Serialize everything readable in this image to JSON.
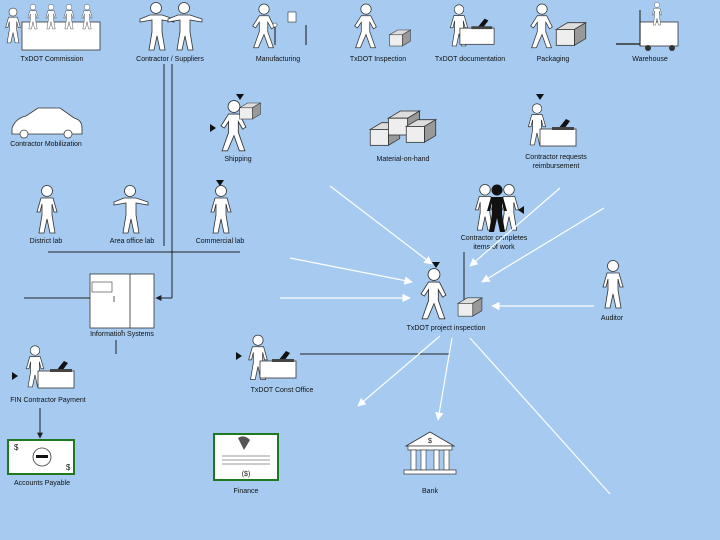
{
  "labels": {
    "commission": "TxDOT Commission",
    "contractor_suppliers": "Contractor / Suppliers",
    "manufacturing": "Manufacturing",
    "txdot_inspection": "TxDOT Inspection",
    "txdot_documentation": "TxDOT documentation",
    "packaging": "Packaging",
    "warehouse": "Warehouse",
    "mobilization": "Contractor Mobilization",
    "shipping": "Shipping",
    "material_on_hand": "Material-on-hand",
    "contractor_requests_1": "Contractor requests",
    "contractor_requests_2": "reimbursement",
    "district_lab": "District lab",
    "area_office_lab": "Area office lab",
    "commercial_lab": "Commercial lab",
    "contractor_completes_1": "Contractor completes",
    "contractor_completes_2": "items of work",
    "information_systems": "Information Systems",
    "project_inspection": "TxDOT project inspection",
    "auditor": "Auditor",
    "fin_payment": "FIN Contractor Payment",
    "const_office": "TxDOT Const Office",
    "accounts_payable": "Accounts Payable",
    "finance": "Finance",
    "bank": "Bank",
    "dollar_sign": "$",
    "dollar_paren": "($)"
  },
  "colors": {
    "background": "#a6caf0",
    "figure": "#ffffff",
    "outline": "#333333",
    "highlight_figure": "#111111",
    "frame_green": "#1f7a1f",
    "arrow": "#ffffff",
    "line": "#222222"
  }
}
